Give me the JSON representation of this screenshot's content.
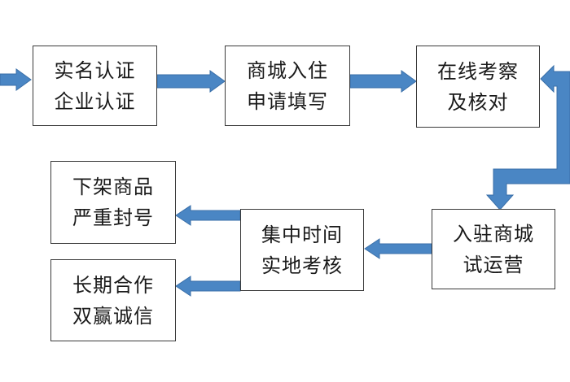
{
  "colors": {
    "arrow_fill": "#4a86c4",
    "arrow_stroke": "#3a6fa8",
    "box_border": "#3a3a3a",
    "text": "#1a1a1a"
  },
  "diagram": {
    "nodes": [
      {
        "id": "realname",
        "lines": [
          "实名认证",
          "企业认证"
        ]
      },
      {
        "id": "apply",
        "lines": [
          "商城入住",
          "申请填写"
        ]
      },
      {
        "id": "review",
        "lines": [
          "在线考察",
          "及核对"
        ]
      },
      {
        "id": "trial",
        "lines": [
          "入驻商城",
          "试运营"
        ]
      },
      {
        "id": "onsite",
        "lines": [
          "集中时间",
          "实地考核"
        ]
      },
      {
        "id": "delist",
        "lines": [
          "下架商品",
          "严重封号"
        ]
      },
      {
        "id": "cooperate",
        "lines": [
          "长期合作",
          "双赢诚信"
        ]
      }
    ],
    "edges": [
      {
        "from": "",
        "to": "realname"
      },
      {
        "from": "realname",
        "to": "apply"
      },
      {
        "from": "apply",
        "to": "review"
      },
      {
        "from": "review",
        "to": "trial"
      },
      {
        "from": "trial",
        "to": "onsite"
      },
      {
        "from": "onsite",
        "to": "delist"
      },
      {
        "from": "onsite",
        "to": "cooperate"
      }
    ]
  }
}
